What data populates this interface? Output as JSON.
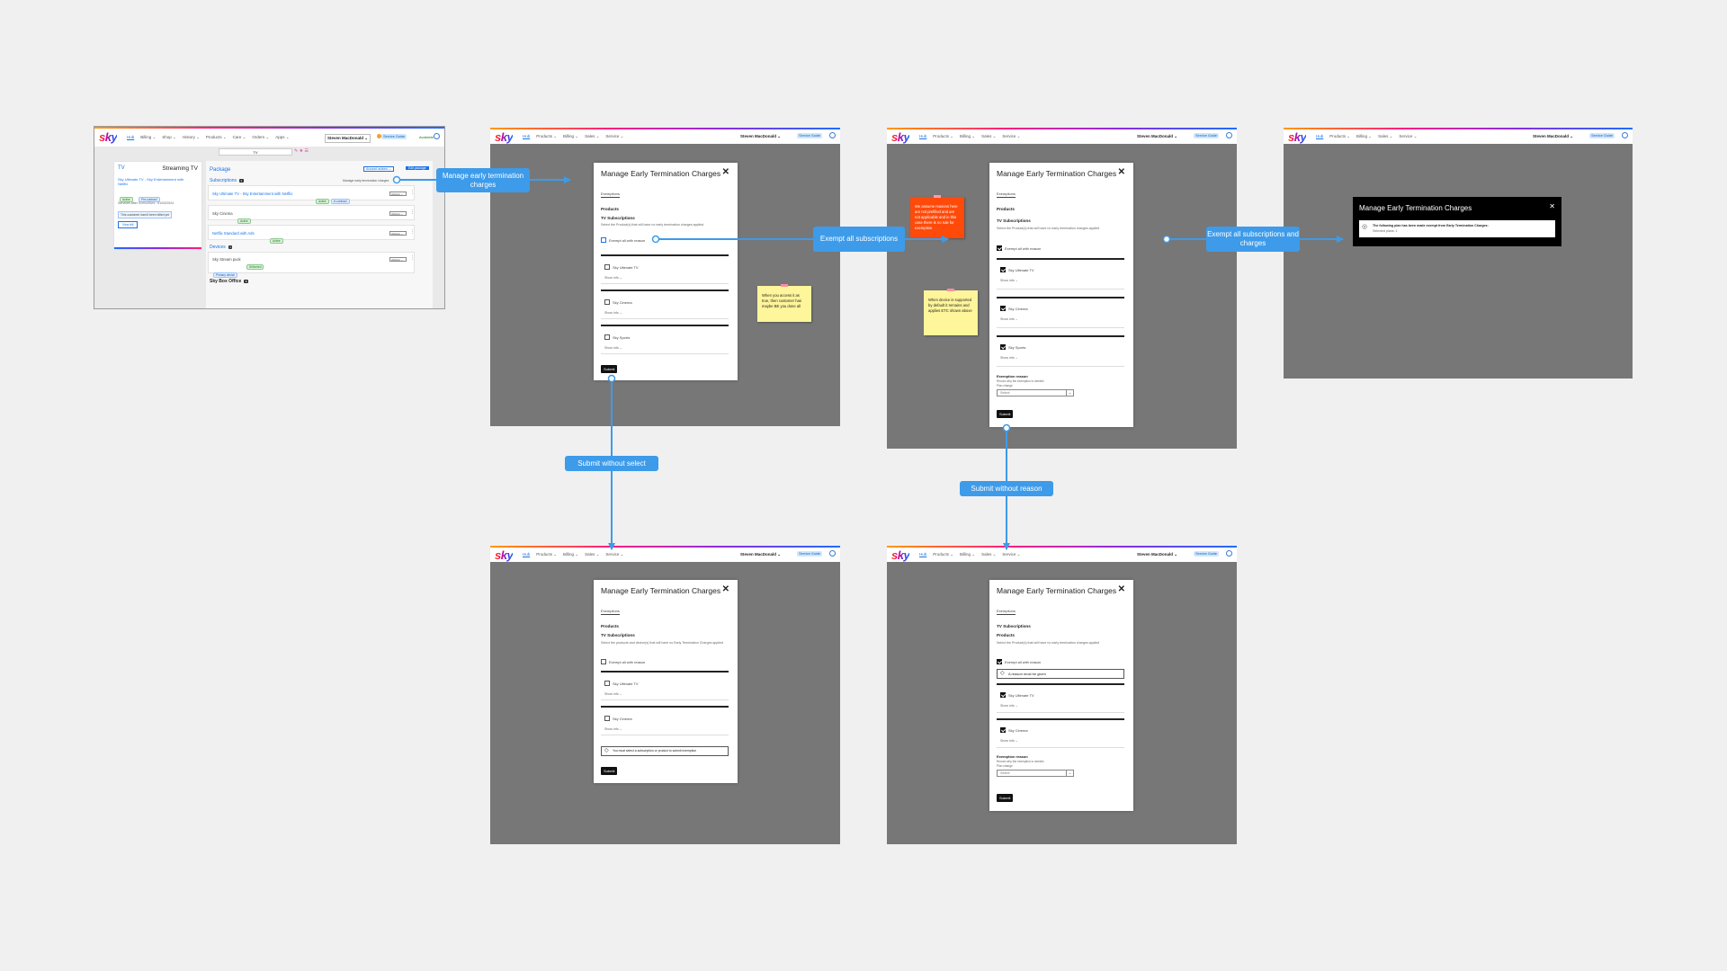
{
  "header": {
    "logo": "sky",
    "user": "Steven MacDonald ⌄",
    "badge": "Service Guide",
    "status_label": "Available",
    "nav_s1": [
      "Hub",
      "Billing ⌄",
      "Shop ⌄",
      "History ⌄",
      "Products ⌄",
      "Care ⌄",
      "Orders ⌄",
      "Apps ⌄"
    ],
    "nav_main": [
      "Hub",
      "Products ⌄",
      "Billing ⌄",
      "Sales ⌄",
      "Service ⌄"
    ]
  },
  "screen1": {
    "search_value": "TV",
    "left_title": "TV",
    "left_right_title": "Streaming TV",
    "left_link": "Sky Ultimate TV - Sky Entertainment with Netflix",
    "left_pills": [
      "Active",
      "Pre-contract"
    ],
    "left_info": "Services after 01/01/2024 - 01/03/2024",
    "left_notice": "This customer hasn't been billed yet",
    "left_button": "View bill",
    "package_title": "Package",
    "package_btn1": "Account actions ⌄",
    "package_btn2": "Edit package",
    "subscriptions_label": "Subscriptions",
    "subscriptions_count": "3",
    "manage_link": "Manage early termination charges",
    "rows": [
      {
        "name": "Sky Ultimate TV - Sky Entertainment with Netflix",
        "pills": [
          "Active",
          "In contract"
        ],
        "action": "Actions ⌄"
      },
      {
        "name": "Sky Cinema",
        "pills": [
          "Active"
        ],
        "action": "Actions ⌄"
      },
      {
        "name": "Netflix Standard with Ads",
        "pills": [
          "Active"
        ],
        "action": "Actions ⌄"
      }
    ],
    "devices_label": "Devices",
    "devices_count": "1",
    "device_row": {
      "name": "Sky Stream puck",
      "pill": "Delivered",
      "sub_pill": "Primary device",
      "action": "Actions ⌄"
    },
    "box_office_label": "Sky Box Office",
    "box_office_count": "0"
  },
  "modal": {
    "title": "Manage Early Termination Charges",
    "tab": "Exemptions",
    "products": "Products",
    "tv_subs": "TV Subscriptions",
    "desc": "Select the Product(s) that will have no early termination charges applied",
    "desc_b": "Select the products and device(s) that will have no Early Termination Charges applied",
    "exempt_all": "Exempt all with reason",
    "items": [
      "Sky Ultimate TV",
      "Sky Cinema",
      "Sky Sports"
    ],
    "item_sub": "Show info ⌄",
    "reason_title": "Exemption reason",
    "reason_sub": "Record why the exemption is needed",
    "reason_sub2": "Plan change",
    "reason_placeholder": "Select",
    "submit": "Submit",
    "error_product": "You must select a subscription or product to submit exemption",
    "error_reason": "A reason must be given",
    "success_text": "The following plan has been made exempt from Early Termination Charges:",
    "success_sub": "Selected plans: 1"
  },
  "stickies": {
    "yellow1": "When you access it as true, then customer has maybe BE you done all",
    "orange": "We assume reasons here are not prefilled and are not applicable and in this case there is no rule for exemption",
    "yellow2": "When device is supported by default it remains and applies ETC shown above"
  },
  "flow_labels": {
    "manage": "Manage early termination charges",
    "exempt_all": "Exempt all subscriptions",
    "exempt_all_charges": "Exempt all subscriptions and charges",
    "submit_no_select": "Submit without select",
    "submit_no_reason": "Submit without reason"
  },
  "colors": {
    "canvas": "#f0f0f1",
    "overlay": "#777777",
    "flow_blue": "#3d9be9",
    "sticky_yellow": "#fff59a",
    "sticky_orange": "#ff4a0a"
  }
}
